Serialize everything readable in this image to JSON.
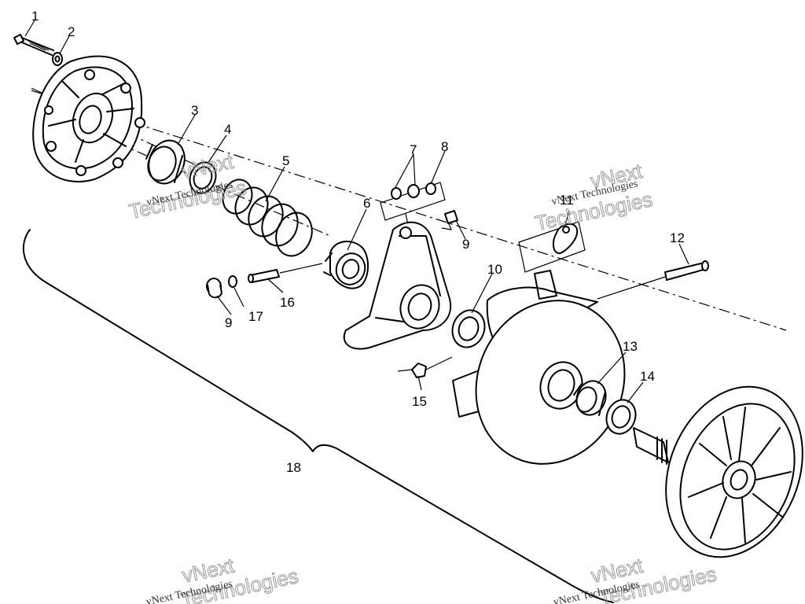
{
  "diagram": {
    "callouts": [
      {
        "id": "p1",
        "label": "1"
      },
      {
        "id": "p2",
        "label": "2"
      },
      {
        "id": "p3",
        "label": "3"
      },
      {
        "id": "p4",
        "label": "4"
      },
      {
        "id": "p5",
        "label": "5"
      },
      {
        "id": "p6",
        "label": "6"
      },
      {
        "id": "p7",
        "label": "7"
      },
      {
        "id": "p8",
        "label": "8"
      },
      {
        "id": "p9a",
        "label": "9"
      },
      {
        "id": "p9b",
        "label": "9"
      },
      {
        "id": "p10",
        "label": "10"
      },
      {
        "id": "p11",
        "label": "11"
      },
      {
        "id": "p12",
        "label": "12"
      },
      {
        "id": "p13",
        "label": "13"
      },
      {
        "id": "p14",
        "label": "14"
      },
      {
        "id": "p15",
        "label": "15"
      },
      {
        "id": "p16",
        "label": "16"
      },
      {
        "id": "p17",
        "label": "17"
      },
      {
        "id": "p18",
        "label": "18"
      }
    ],
    "watermarks": [
      {
        "line1": "vNext",
        "line2": "Technologies",
        "line3": "vNext Technologies"
      },
      {
        "line1": "vNext",
        "line2": "Technologies",
        "line3": "vNext Technologies"
      },
      {
        "line1": "vNext",
        "line2": "Technologies",
        "line3": "vNext Technologies"
      },
      {
        "line1": "vNext",
        "line2": "Technologies",
        "line3": "vNext Technologies"
      }
    ]
  }
}
